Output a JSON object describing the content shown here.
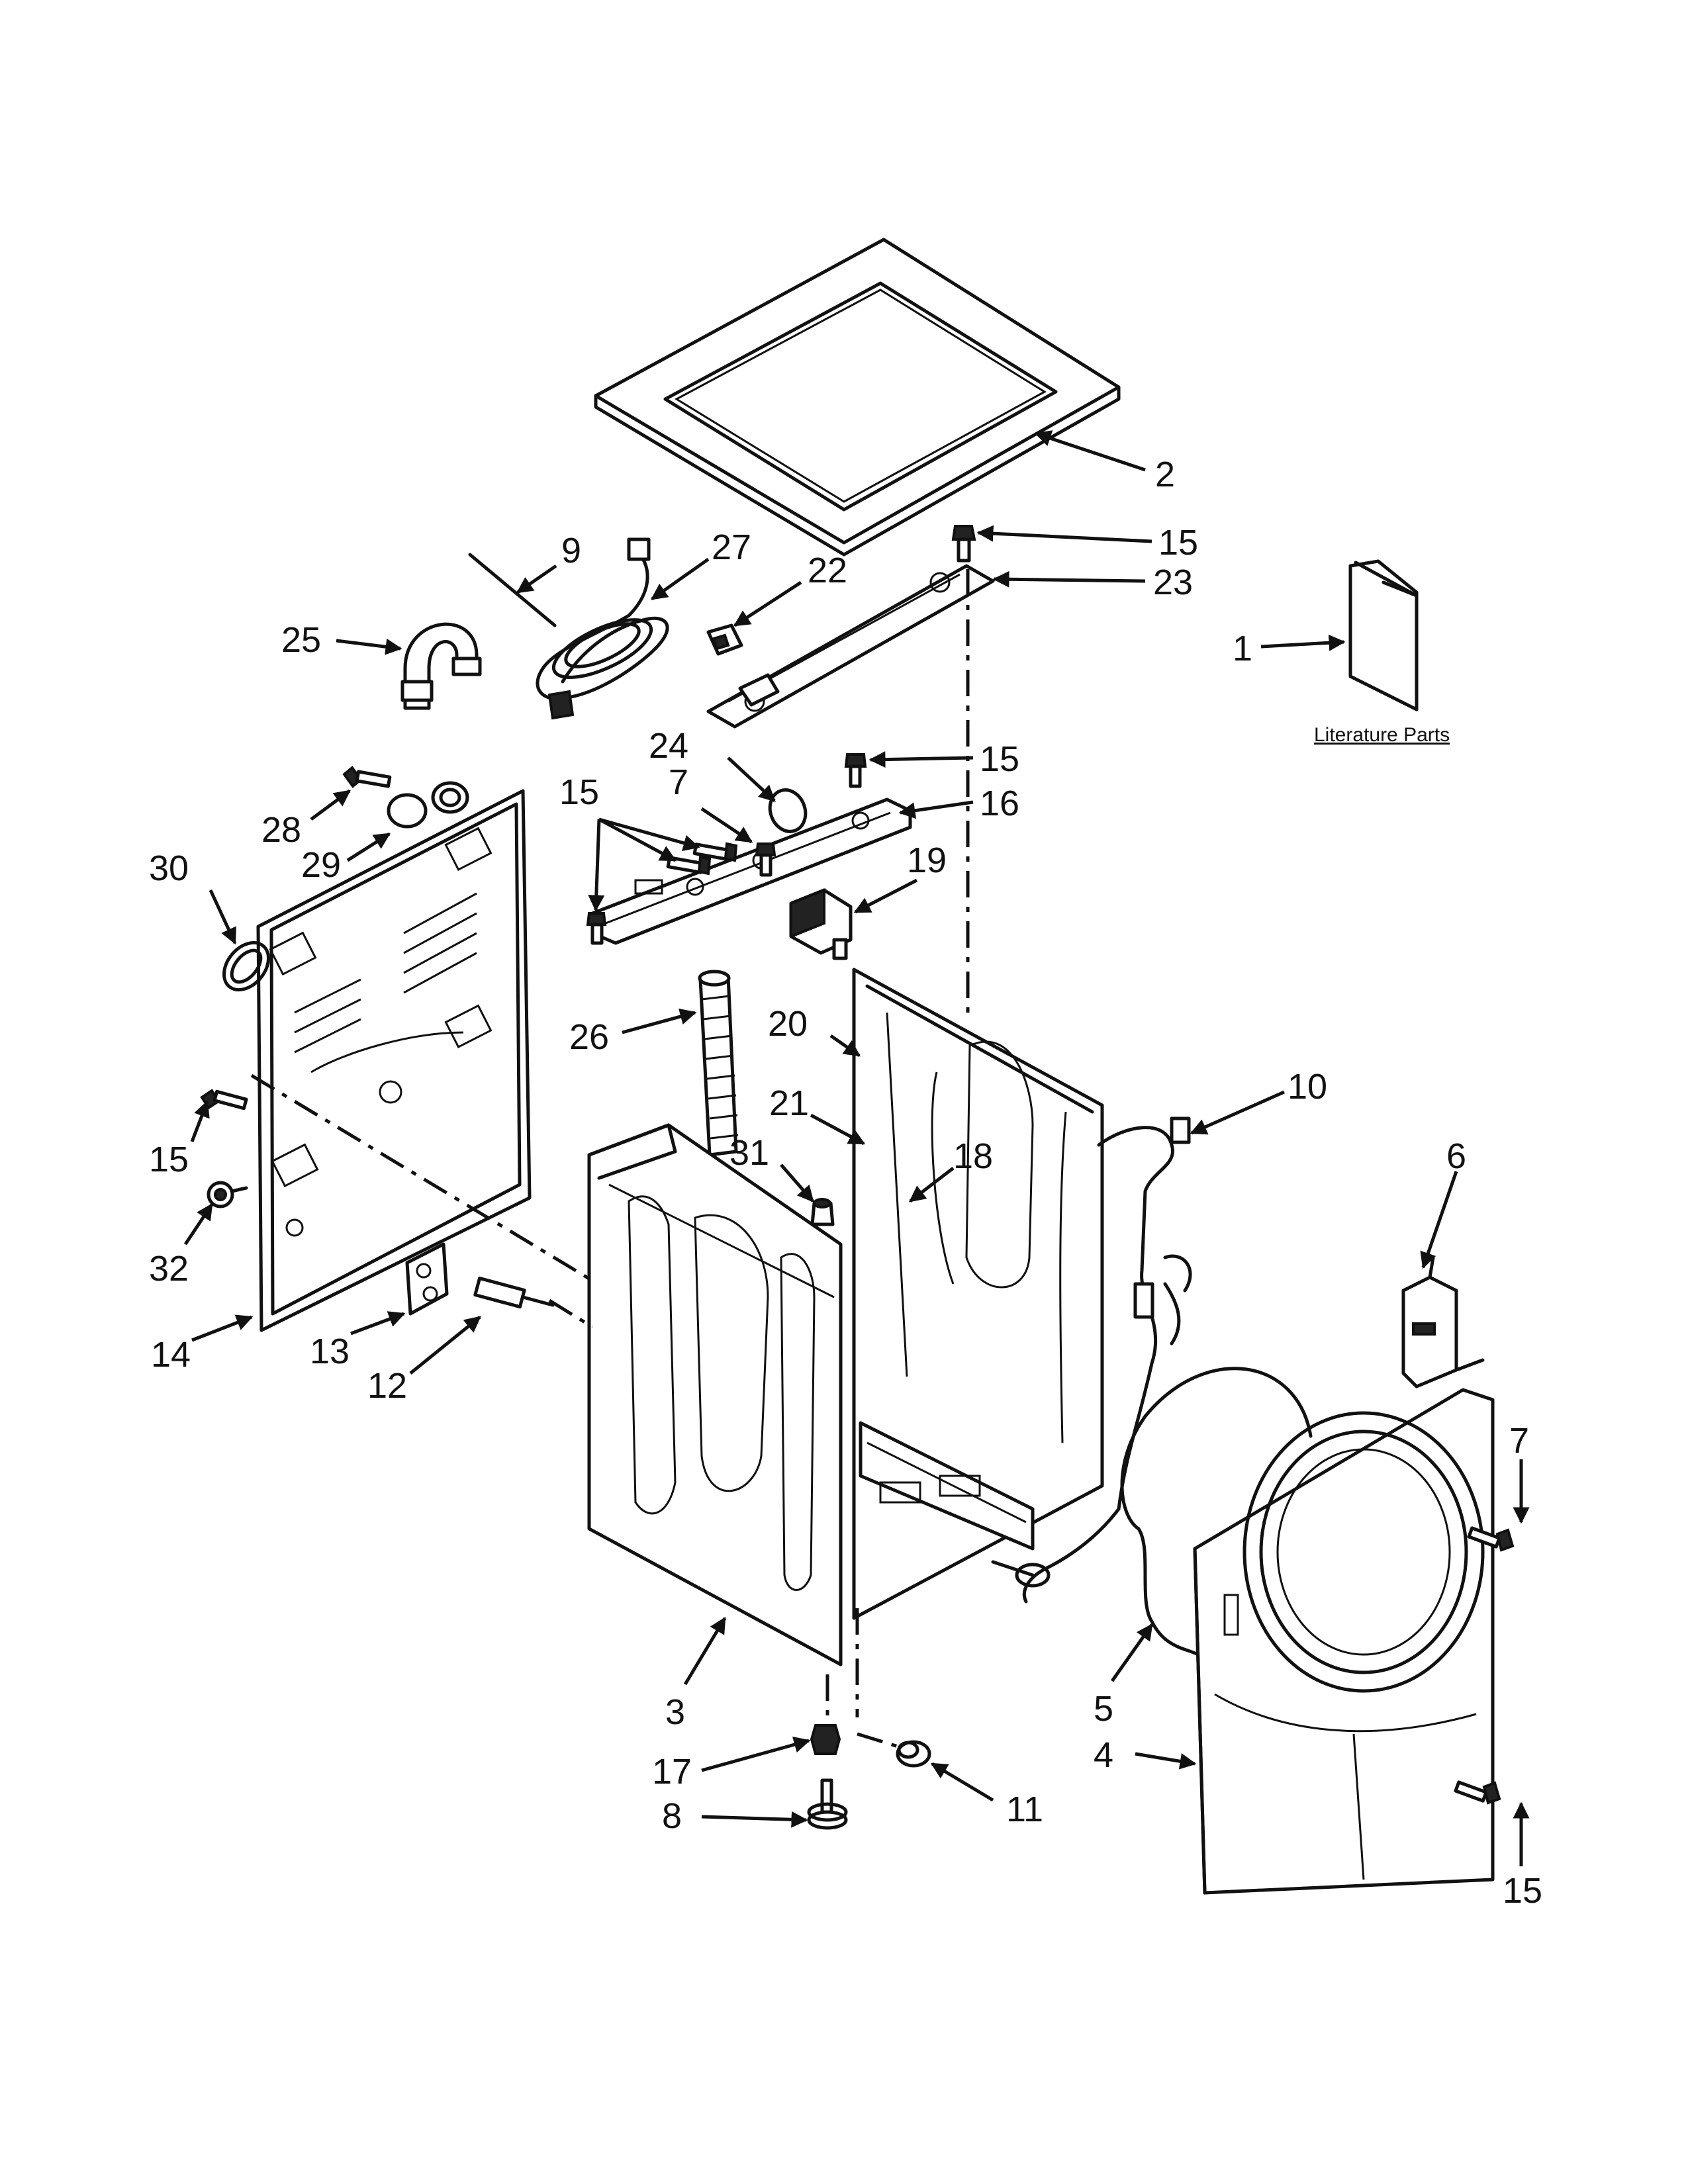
{
  "literature_label": "Literature Parts",
  "callouts": [
    {
      "id": "c2",
      "text": "2"
    },
    {
      "id": "c15a",
      "text": "15"
    },
    {
      "id": "c23",
      "text": "23"
    },
    {
      "id": "c1",
      "text": "1"
    },
    {
      "id": "c9",
      "text": "9"
    },
    {
      "id": "c27",
      "text": "27"
    },
    {
      "id": "c22",
      "text": "22"
    },
    {
      "id": "c25",
      "text": "25"
    },
    {
      "id": "c24",
      "text": "24"
    },
    {
      "id": "c15b",
      "text": "15"
    },
    {
      "id": "c7a",
      "text": "7"
    },
    {
      "id": "c15c",
      "text": "15"
    },
    {
      "id": "c16",
      "text": "16"
    },
    {
      "id": "c28",
      "text": "28"
    },
    {
      "id": "c29",
      "text": "29"
    },
    {
      "id": "c30",
      "text": "30"
    },
    {
      "id": "c19",
      "text": "19"
    },
    {
      "id": "c26",
      "text": "26"
    },
    {
      "id": "c20",
      "text": "20"
    },
    {
      "id": "c10",
      "text": "10"
    },
    {
      "id": "c21",
      "text": "21"
    },
    {
      "id": "c15d",
      "text": "15"
    },
    {
      "id": "c31",
      "text": "31"
    },
    {
      "id": "c18",
      "text": "18"
    },
    {
      "id": "c6",
      "text": "6"
    },
    {
      "id": "c32",
      "text": "32"
    },
    {
      "id": "c14",
      "text": "14"
    },
    {
      "id": "c13",
      "text": "13"
    },
    {
      "id": "c12",
      "text": "12"
    },
    {
      "id": "c7b",
      "text": "7"
    },
    {
      "id": "c3",
      "text": "3"
    },
    {
      "id": "c5",
      "text": "5"
    },
    {
      "id": "c4",
      "text": "4"
    },
    {
      "id": "c17",
      "text": "17"
    },
    {
      "id": "c11",
      "text": "11"
    },
    {
      "id": "c8",
      "text": "8"
    },
    {
      "id": "c15e",
      "text": "15"
    }
  ]
}
